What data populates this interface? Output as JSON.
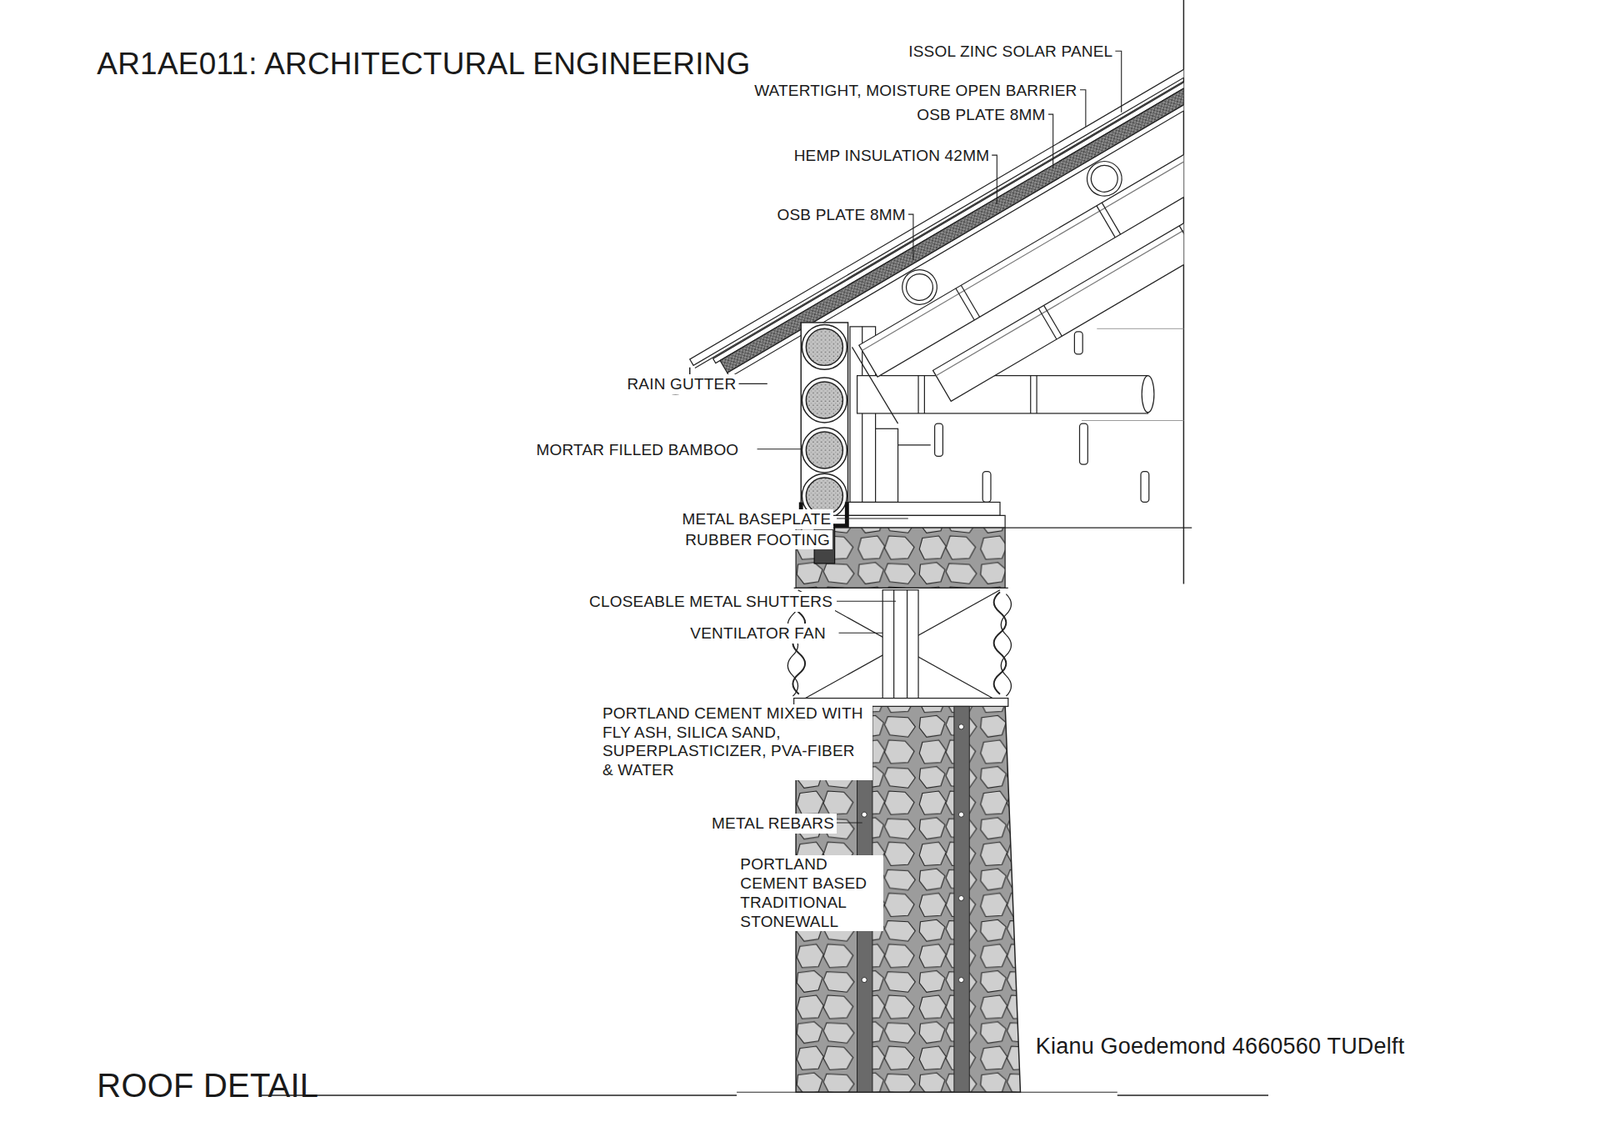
{
  "diagram": {
    "title": "AR1AE011: ARCHITECTURAL ENGINEERING",
    "caption": "ROOF DETAIL",
    "labels": [
      "ISSOL ZINC SOLAR PANEL",
      "WATERTIGHT, MOISTURE OPEN BARRIER",
      "OSB PLATE 8MM",
      "HEMP INSULATION 42MM",
      "OSB PLATE 8MM",
      "RAIN GUTTER",
      "MORTAR FILLED BAMBOO",
      "METAL BASEPLATE",
      "RUBBER FOOTING",
      "CLOSEABLE METAL SHUTTERS",
      "VENTILATOR FAN",
      "PORTLAND CEMENT MIXED WITH FLY ASH, SILICA SAND, SUPERPLASTICIZER, PVA-FIBER & WATER",
      "METAL REBARS",
      "PORTLAND CEMENT BASED TRADITIONAL STONEWALL",
      "Kianu Goedemond 4660560 TUDelft"
    ]
  }
}
